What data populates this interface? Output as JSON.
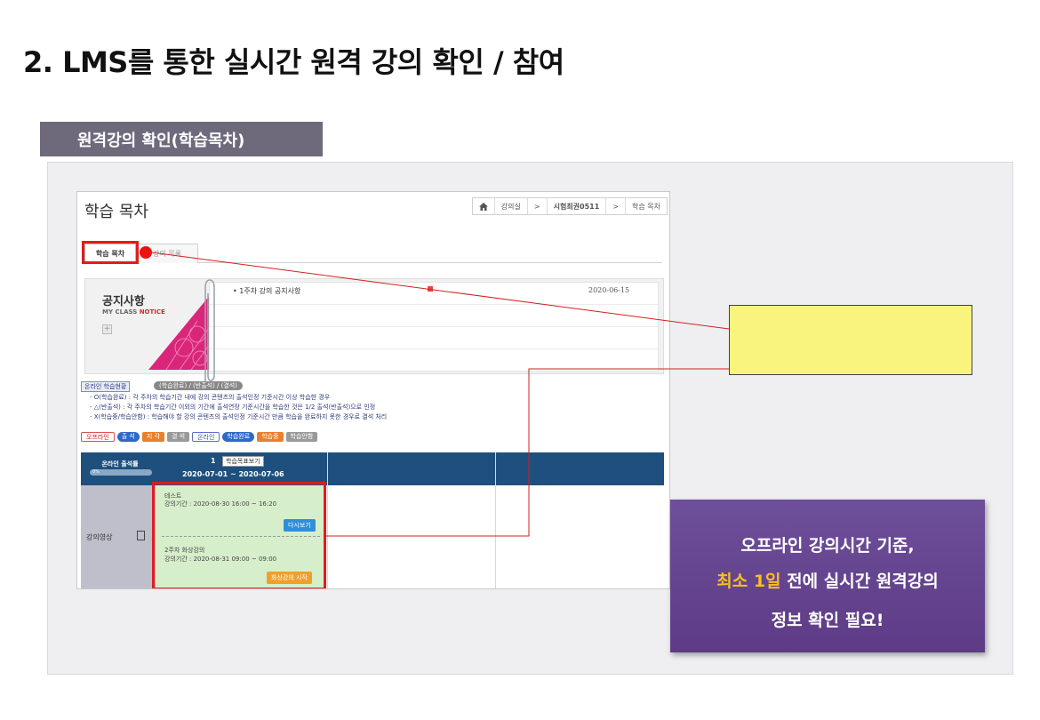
{
  "slide": {
    "title": "2. LMS를 통한 실시간 원격 강의 확인 / 참여",
    "section_label": "원격강의 확인(학습목차)"
  },
  "lms": {
    "page_title": "학습 목차",
    "breadcrumb": [
      "강의실",
      ">",
      "시험최권0511",
      ">",
      "학습 목차"
    ],
    "tabs": [
      {
        "label": "학습 목차",
        "active": true
      },
      {
        "label": "강의 목록",
        "active": false
      }
    ],
    "notice": {
      "title": "공지사항",
      "subtitle_prefix": "MY CLASS ",
      "subtitle_accent": "NOTICE",
      "plus": "+",
      "item": "• 1주차 강의 공지사항",
      "date": "2020-06-15"
    },
    "legend": {
      "label": "온라인 학습현황",
      "pill": "(학습완료) / (반출석) / (결석)",
      "lines": [
        "- O(학습완료) : 각 주차의 학습기간 내에 강의 콘텐츠의 출석인정 기준시간 이상 학습한 경우",
        "- △(반출석) : 각 주차의 학습기간 이외의 기간에 출석연장 기준시간을 학습한 것은 1/2 출석(반출석)으로 인정",
        "- X(학습중/학습안함) : 학습해야 할 강의 콘텐츠의 출석인정 기준시간 만큼 학습을 완료하지 못한 경우로 결석 처리"
      ]
    },
    "status": {
      "offline": "오프라인",
      "attend": "출 석",
      "late": "지 각",
      "absent": "결 석",
      "online": "온라인",
      "done": "학습완료",
      "in_progress": "학습중",
      "not_started": "학습안함"
    },
    "grid": {
      "left_header": "온라인 출석률",
      "attendance_rate": "0%",
      "week_number": "1",
      "week_button": "학습목표보기",
      "week_dates": "2020-07-01 ~ 2020-07-06",
      "row_label": "강의영상"
    },
    "lectures": [
      {
        "title": "테스트",
        "period": "강의기간 : 2020-08-30 16:00 ~ 16:20",
        "button": "다시보기"
      },
      {
        "title": "2주차 화상강의",
        "period": "강의기간 : 2020-08-31 09:00 ~ 09:00",
        "button": "화상강의 시작"
      }
    ]
  },
  "callout": {
    "line1": "오프라인 강의시간 기준,",
    "line2_highlight": "최소 1일",
    "line2_rest": " 전에 실시간 원격강의",
    "line3": "정보 확인 필요!"
  },
  "colors": {
    "highlight_red": "#e31b1b",
    "callout_purple": "#6e4f9a",
    "callout_accent": "#f6c021",
    "note_yellow": "#f8f47e",
    "grid_header_blue": "#1e4f7d"
  }
}
